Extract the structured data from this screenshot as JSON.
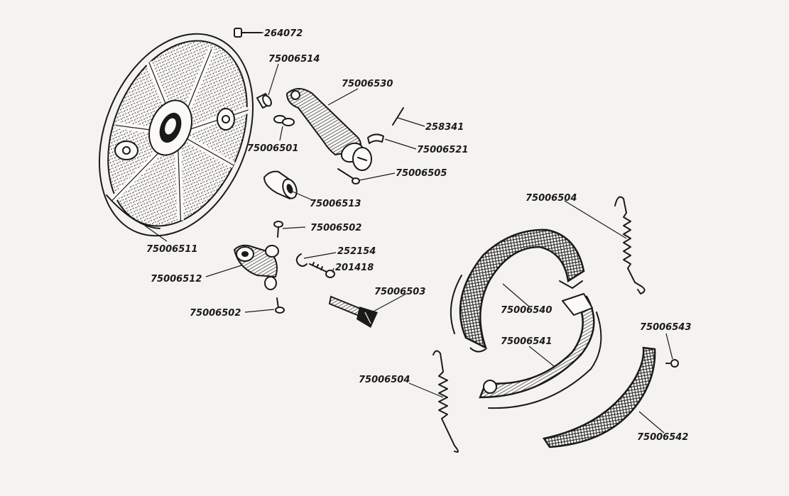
{
  "colors": {
    "background": "#f4f3ef",
    "ink": "#1a1a1a",
    "paper": "#fbfaf6"
  },
  "diagram": {
    "type": "exploded-parts-view",
    "parts": [
      {
        "id": "p264072",
        "number": "264072"
      },
      {
        "id": "p75006514",
        "number": "75006514"
      },
      {
        "id": "p75006530",
        "number": "75006530"
      },
      {
        "id": "p258341",
        "number": "258341"
      },
      {
        "id": "p75006501",
        "number": "75006501"
      },
      {
        "id": "p75006521",
        "number": "75006521"
      },
      {
        "id": "p75006505",
        "number": "75006505"
      },
      {
        "id": "p75006513",
        "number": "75006513"
      },
      {
        "id": "p75006504a",
        "number": "75006504"
      },
      {
        "id": "p75006502a",
        "number": "75006502"
      },
      {
        "id": "p75006511",
        "number": "75006511"
      },
      {
        "id": "p252154",
        "number": "252154"
      },
      {
        "id": "p201418",
        "number": "201418"
      },
      {
        "id": "p75006512",
        "number": "75006512"
      },
      {
        "id": "p75006503",
        "number": "75006503"
      },
      {
        "id": "p75006502b",
        "number": "75006502"
      },
      {
        "id": "p75006540",
        "number": "75006540"
      },
      {
        "id": "p75006543",
        "number": "75006543"
      },
      {
        "id": "p75006541",
        "number": "75006541"
      },
      {
        "id": "p75006504b",
        "number": "75006504"
      },
      {
        "id": "p75006542",
        "number": "75006542"
      }
    ]
  }
}
